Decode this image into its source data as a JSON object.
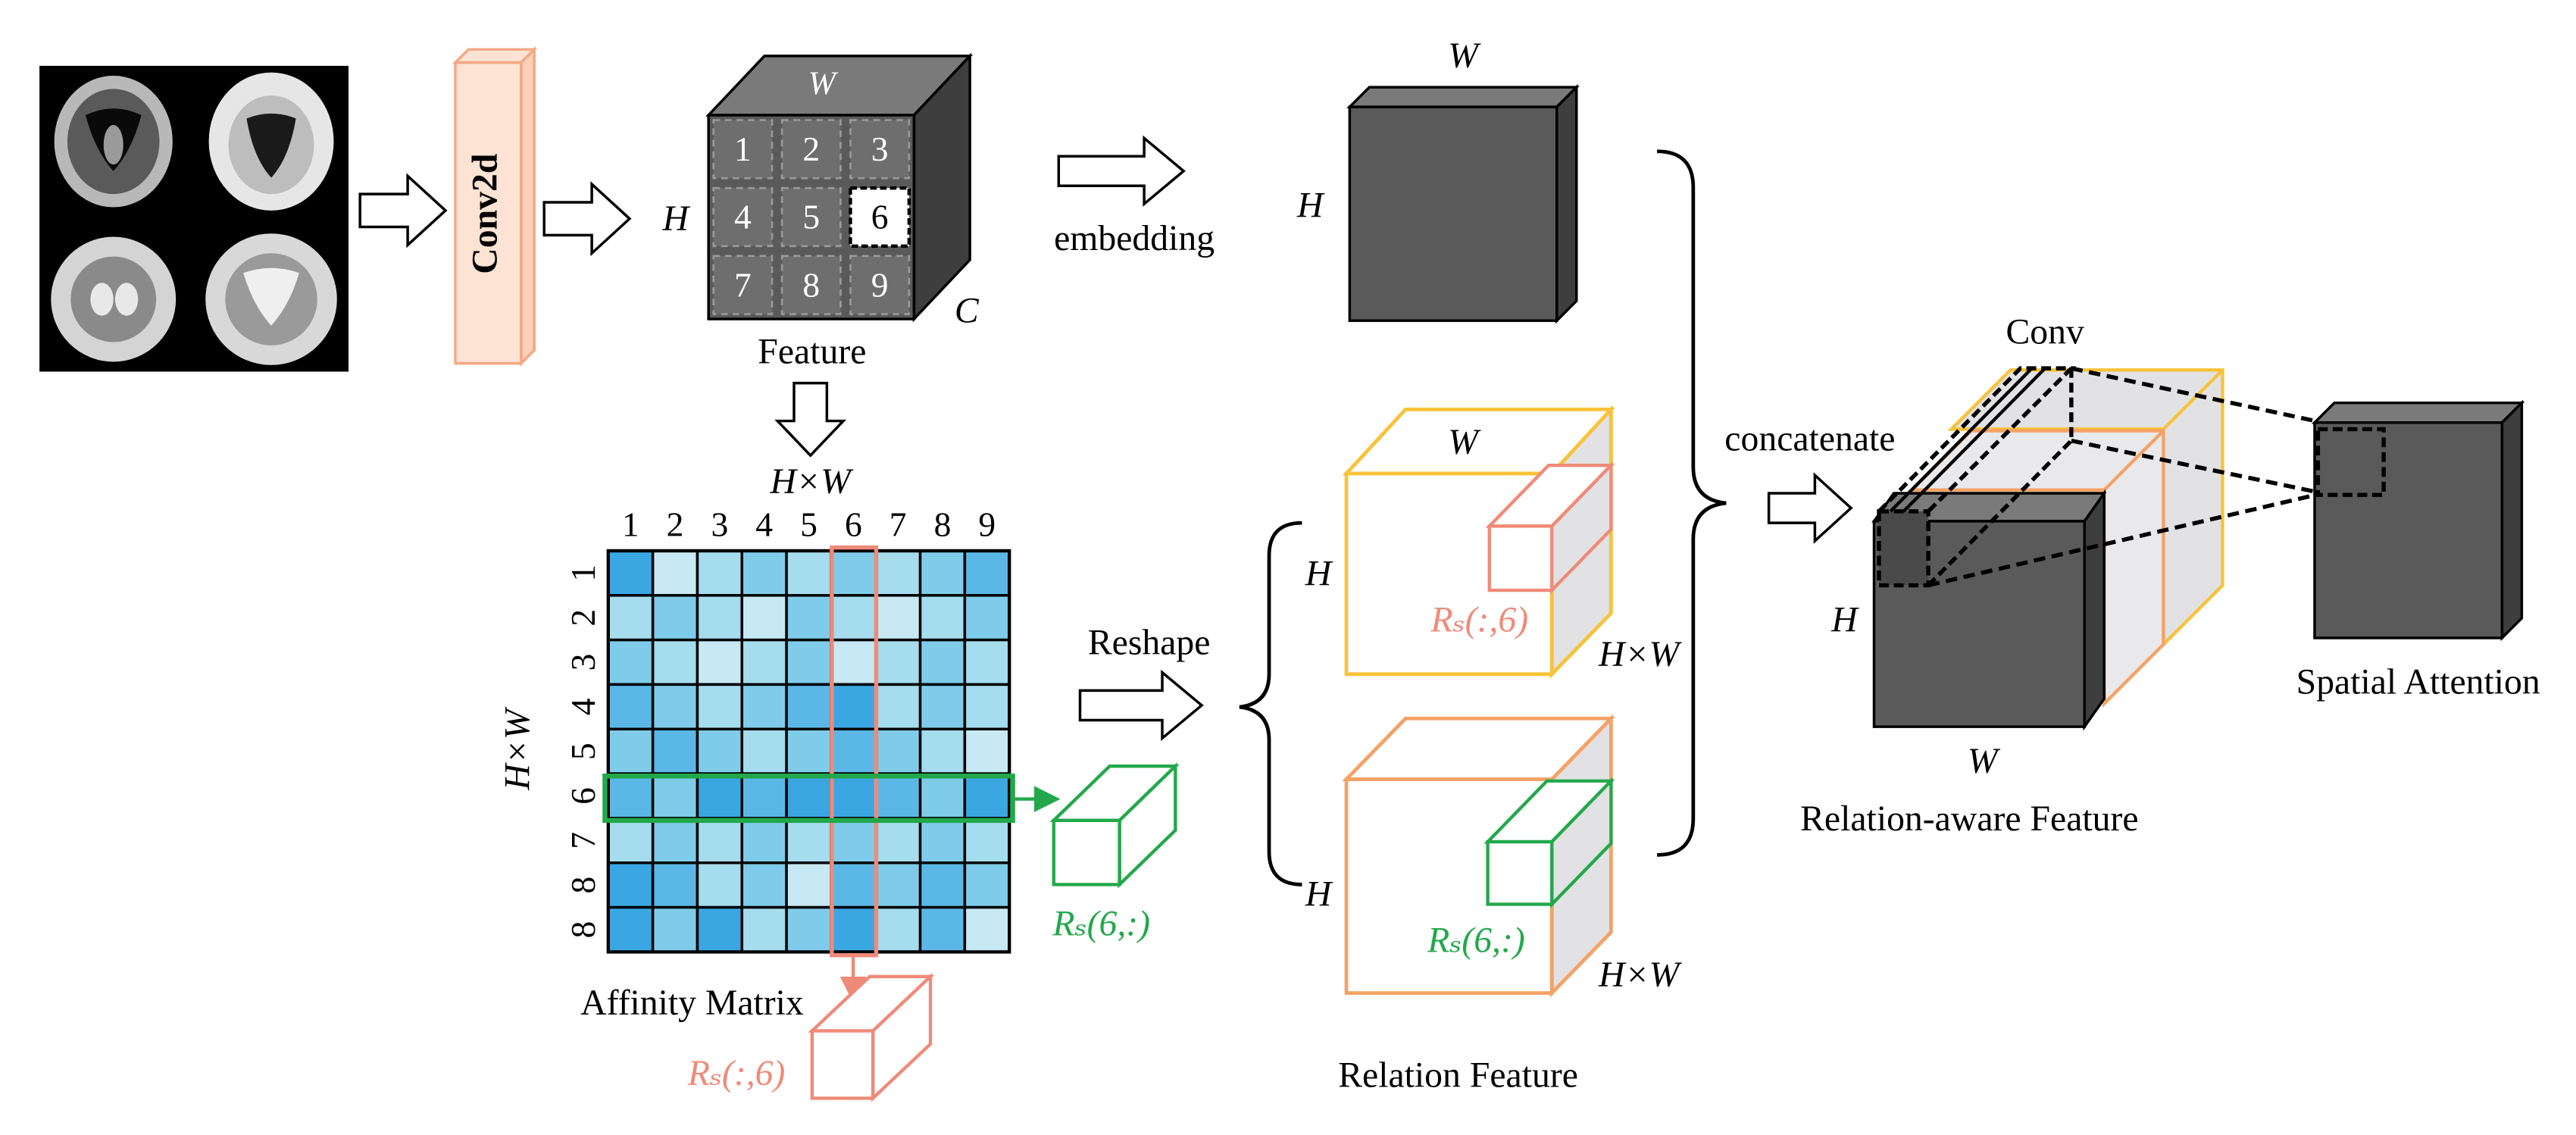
{
  "colors": {
    "conv_orange": "#f4a884",
    "conv_fill": "#fde3d3",
    "gray_cube": "#5a5a5a",
    "gray_top": "#7a7a7a",
    "gray_side": "#3e3e3e",
    "yellow": "#f8c23a",
    "orange": "#f4a266",
    "salmon": "#f08a78",
    "green": "#22a84a",
    "side_gray": "#e2e2e4",
    "blue_scale": [
      "#e8f6fb",
      "#c7e9f3",
      "#a5dcee",
      "#7fcbea",
      "#5bb8e6",
      "#3aa7e2"
    ]
  },
  "conv2d": {
    "label": "Conv2d"
  },
  "feature_cube": {
    "top_label": "W",
    "left_label": "H",
    "depth_label": "C",
    "caption": "Feature",
    "cells": [
      "1",
      "2",
      "3",
      "4",
      "5",
      "6",
      "7",
      "8",
      "9"
    ]
  },
  "embedding": {
    "label": "embedding"
  },
  "embedded_cube": {
    "top_label": "W",
    "left_label": "H"
  },
  "hw_label": "H×W",
  "affinity": {
    "col_labels": [
      "1",
      "2",
      "3",
      "4",
      "5",
      "6",
      "7",
      "8",
      "9"
    ],
    "row_labels": [
      "1",
      "2",
      "3",
      "4",
      "5",
      "6",
      "7",
      "8",
      "8"
    ],
    "side_label": "H×W",
    "caption": "Affinity Matrix",
    "levels": [
      [
        5,
        1,
        2,
        3,
        2,
        3,
        2,
        3,
        4
      ],
      [
        2,
        3,
        2,
        1,
        3,
        2,
        1,
        2,
        3
      ],
      [
        3,
        2,
        1,
        2,
        3,
        1,
        2,
        3,
        2
      ],
      [
        4,
        3,
        2,
        3,
        4,
        5,
        2,
        3,
        2
      ],
      [
        3,
        4,
        3,
        2,
        3,
        4,
        3,
        2,
        1
      ],
      [
        4,
        3,
        5,
        4,
        5,
        5,
        4,
        3,
        5
      ],
      [
        2,
        3,
        2,
        3,
        2,
        3,
        2,
        3,
        2
      ],
      [
        5,
        4,
        2,
        3,
        1,
        4,
        3,
        4,
        3
      ],
      [
        5,
        3,
        5,
        2,
        3,
        5,
        2,
        4,
        1
      ]
    ]
  },
  "row_slice": {
    "label": "Rₛ(6,:)"
  },
  "col_slice": {
    "label": "Rₛ(:,6)"
  },
  "reshape": {
    "label": "Reshape"
  },
  "relation_top": {
    "top_label": "W",
    "left_label": "H",
    "depth_label": "H×W",
    "slice_label": "Rₛ(:,6)"
  },
  "relation_bottom": {
    "left_label": "H",
    "depth_label": "H×W",
    "slice_label": "Rₛ(6,:)"
  },
  "relation_caption": "Relation Feature",
  "concatenate": {
    "label": "concatenate"
  },
  "relation_aware": {
    "conv_label": "Conv",
    "left_label": "H",
    "bottom_label": "W",
    "caption": "Relation-aware Feature"
  },
  "spatial": {
    "caption": "Spatial Attention"
  }
}
